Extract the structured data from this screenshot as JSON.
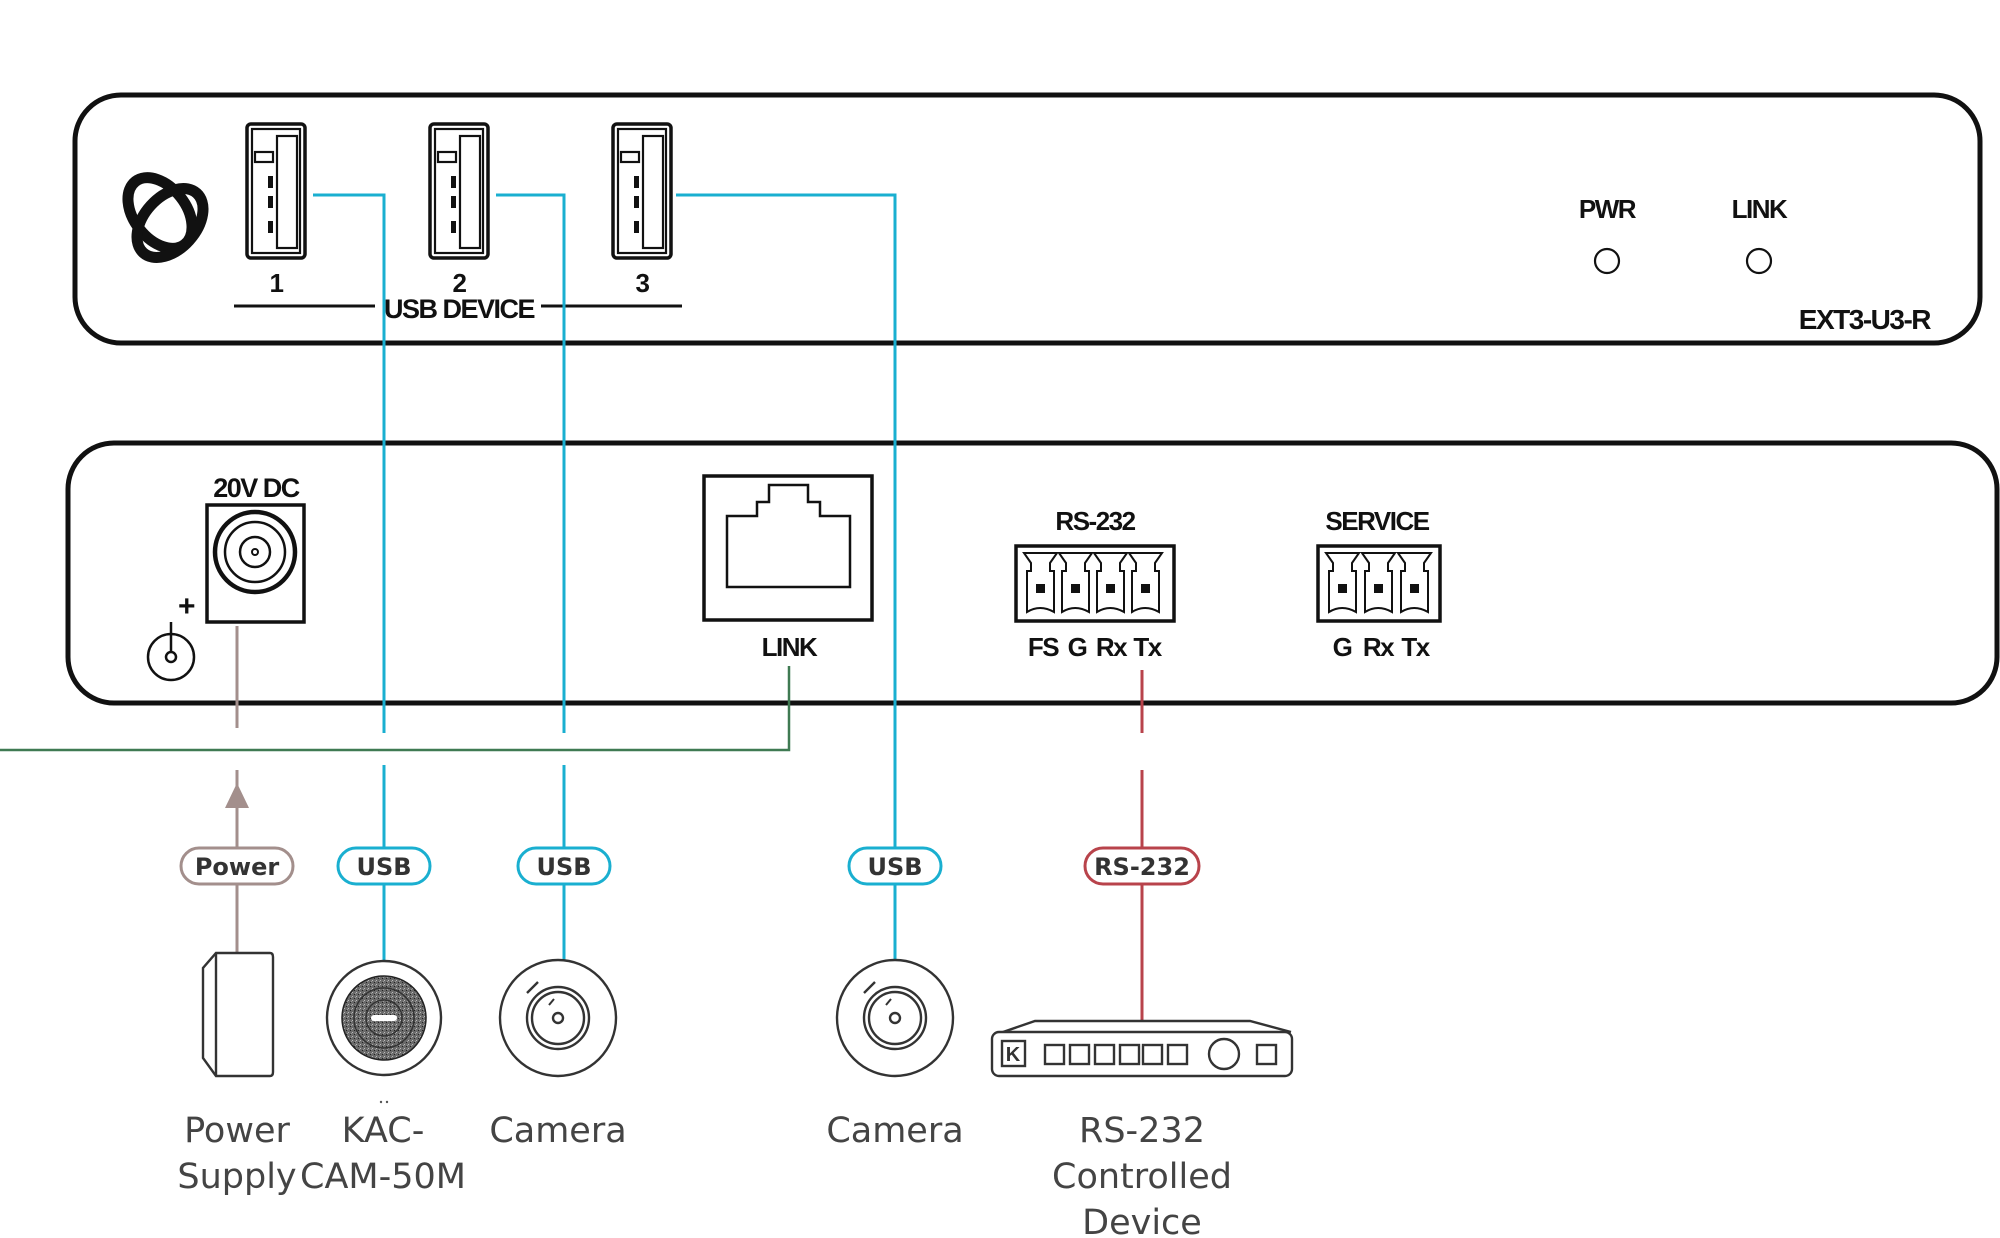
{
  "device": {
    "model": "EXT3-U3-R",
    "front_panel": {
      "usb_ports": [
        {
          "number": "1"
        },
        {
          "number": "2"
        },
        {
          "number": "3"
        }
      ],
      "usb_group_label": "USB DEVICE",
      "leds": [
        {
          "label": "PWR"
        },
        {
          "label": "LINK"
        }
      ]
    },
    "rear_panel": {
      "power_label": "20V DC",
      "polarity_symbol": "+",
      "rj45_label": "LINK",
      "rs232": {
        "label": "RS-232",
        "pins": [
          "FS",
          "G",
          "Rx",
          "Tx"
        ]
      },
      "service": {
        "label": "SERVICE",
        "pins": [
          "G",
          "Rx",
          "Tx"
        ]
      }
    }
  },
  "connections": [
    {
      "type": "Power",
      "color": "#a38f8c",
      "device": "Power Supply",
      "device_lines": [
        "Power",
        "Supply"
      ]
    },
    {
      "type": "USB",
      "color": "#1aafd0",
      "device": "KAC-CAM-50M",
      "device_lines": [
        "KAC-",
        "CAM-50M"
      ]
    },
    {
      "type": "USB",
      "color": "#1aafd0",
      "device": "Camera",
      "device_lines": [
        "Camera"
      ]
    },
    {
      "type": "USB",
      "color": "#1aafd0",
      "device": "Camera",
      "device_lines": [
        "Camera"
      ]
    },
    {
      "type": "RS-232",
      "color": "#b8434b",
      "device": "RS-232 Controlled Device",
      "device_lines": [
        "RS-232",
        "Controlled",
        "Device"
      ]
    }
  ],
  "link_cable_color": "#3f7a52"
}
